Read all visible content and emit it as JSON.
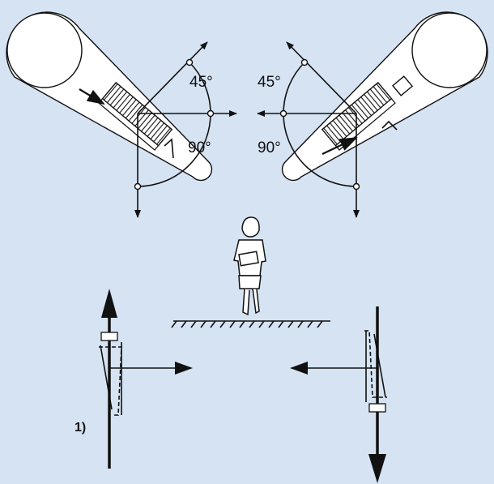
{
  "labels": {
    "angle_45_left": "45°",
    "angle_90_left": "90°",
    "angle_45_right": "45°",
    "angle_90_right": "90°",
    "footnote": "1)"
  },
  "colors": {
    "background": "#d6e3f3",
    "stroke": "#111111",
    "fill": "#ffffff"
  }
}
